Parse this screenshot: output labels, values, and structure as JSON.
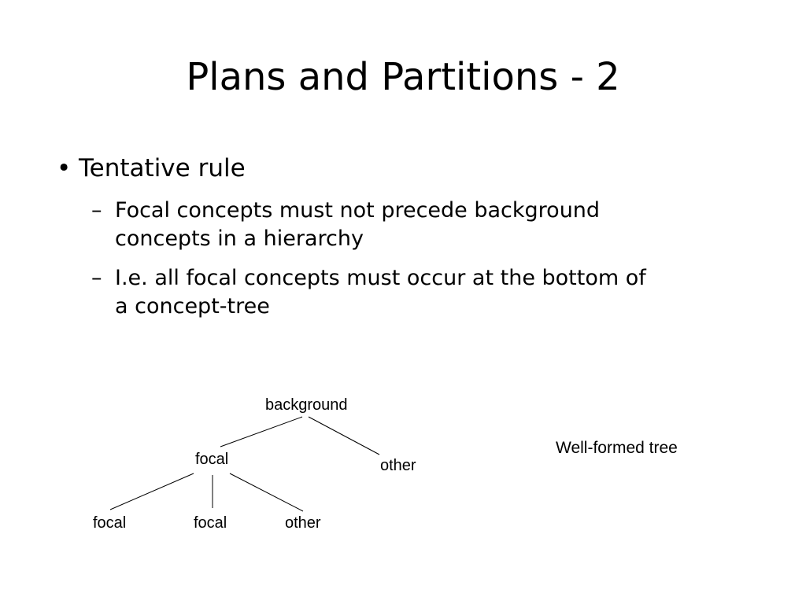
{
  "slide": {
    "title": "Plans and Partitions - 2",
    "bullet": {
      "symbol": "•",
      "text": "Tentative rule",
      "subs": [
        {
          "dash": "–",
          "lines": [
            "Focal concepts must not precede background",
            "concepts in a hierarchy"
          ]
        },
        {
          "dash": "–",
          "lines": [
            "I.e. all focal concepts must occur at the bottom of",
            "a concept-tree"
          ]
        }
      ]
    }
  },
  "tree": {
    "root": "background",
    "level1": [
      "focal",
      "other"
    ],
    "level2": [
      "focal",
      "focal",
      "other"
    ],
    "caption": "Well-formed tree"
  }
}
